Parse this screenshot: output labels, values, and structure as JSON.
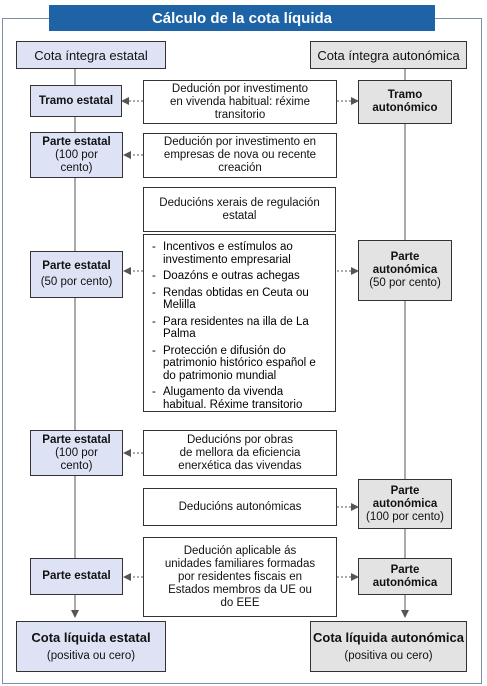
{
  "title": "Cálculo de la cota líquida",
  "left": {
    "header": "Cota íntegra estatal",
    "tramo": "Tramo estatal",
    "parte1": [
      "Parte estatal",
      "(100 por",
      "cento)"
    ],
    "parte2": [
      "Parte estatal",
      "(50 por cento)"
    ],
    "parte3": [
      "Parte estatal",
      "(100 por",
      "cento)"
    ],
    "parte4": [
      "Parte estatal"
    ],
    "result": [
      "Cota líquida estatal",
      "(positiva ou cero)"
    ]
  },
  "center": {
    "box1": [
      "Dedución por investimento",
      "en vivenda habitual: réxime",
      "transitorio"
    ],
    "box2": [
      "Dedución por investimento en",
      "empresas de nova ou recente",
      "creación"
    ],
    "box3": [
      "Deducións xerais de regulación",
      "estatal"
    ],
    "list": [
      "Incentivos e estímulos ao investimento empresarial",
      "Doazóns e outras achegas",
      "Rendas obtidas en Ceuta ou Melilla",
      "Para residentes na illa de La Palma",
      "Protección e difusión do patrimonio histórico español e do patrimonio mundial",
      "Alugamento da vivenda habitual. Réxime transitorio"
    ],
    "box4": [
      "Deducións por obras",
      "de mellora da eficiencia",
      "enerxética das vivendas"
    ],
    "box5": [
      "Deducións autonómicas"
    ],
    "box6": [
      "Dedución aplicable ás",
      "unidades familiares formadas",
      "por residentes fiscais en",
      "Estados membros da UE ou",
      "do EEE"
    ]
  },
  "right": {
    "header": "Cota íntegra autonómica",
    "tramo": [
      "Tramo",
      "autonómico"
    ],
    "parte1": [
      "Parte",
      "autonómica",
      "(50 por cento)"
    ],
    "parte2": [
      "Parte",
      "autonómica",
      "(100 por cento)"
    ],
    "parte3": [
      "Parte",
      "autonómica"
    ],
    "result": [
      "Cota líquida autonómica",
      "(positiva ou cero)"
    ]
  },
  "colors": {
    "title_bg": "#1d63a6",
    "left_fill": "#dde3f5",
    "right_fill": "#e3e3e3",
    "line": "#555555"
  }
}
